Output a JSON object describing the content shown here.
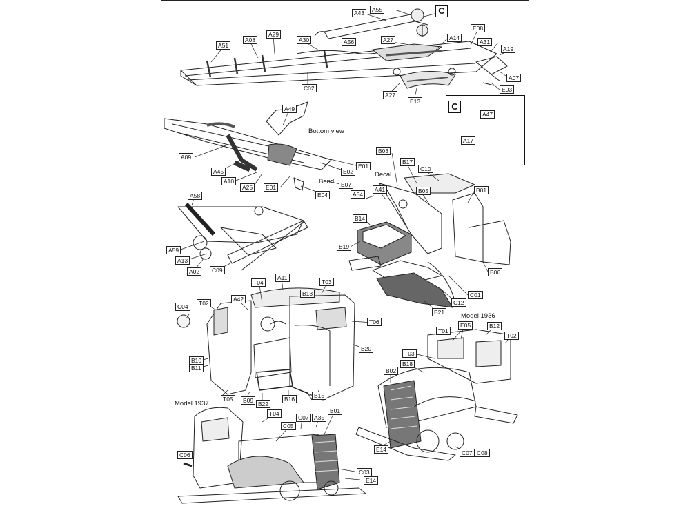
{
  "callouts": {
    "a43": "A43",
    "a55": "A55",
    "c_box_top": "C",
    "a51": "A51",
    "a08": "A08",
    "a29": "A29",
    "a30": "A30",
    "a56": "A56",
    "a27": "A27",
    "a14": "A14",
    "e08": "E08",
    "a31": "A31",
    "a19": "A19",
    "a07": "A07",
    "e03": "E03",
    "c02": "C02",
    "a27b": "A27",
    "e13": "E13",
    "c_box_inset": "C",
    "a47": "A47",
    "a17": "A17",
    "a49": "A49",
    "a09": "A09",
    "a45": "A45",
    "a10": "A10",
    "a25": "A25",
    "e01": "E01",
    "e02": "E02",
    "e07": "E07",
    "e01b": "E01",
    "e04": "E04",
    "b03": "B03",
    "b17": "B17",
    "c10": "C10",
    "a41": "A41",
    "b05": "B05",
    "b01": "B01",
    "a54": "A54",
    "b14": "B14",
    "b19": "B19",
    "b06": "B06",
    "c01": "C01",
    "c12": "C12",
    "b21": "B21",
    "a58": "A58",
    "a59": "A59",
    "a13": "A13",
    "a02": "A02",
    "c09": "C09",
    "t04": "T04",
    "a11": "A11",
    "b13": "B13",
    "t03": "T03",
    "a42": "A42",
    "c04": "C04",
    "t02": "T02",
    "t06": "T06",
    "b20": "B20",
    "b10": "B10",
    "b11": "B11",
    "t05": "T05",
    "b09": "B09",
    "b22": "B22",
    "b16": "B16",
    "b15": "B15",
    "t01": "T01",
    "e05": "E05",
    "b12": "B12",
    "t02b": "T02",
    "t03b": "T03",
    "b18": "B18",
    "b02": "B02",
    "e14": "E14",
    "c07": "C07",
    "c08": "C08",
    "t04b": "T04",
    "c07b": "C07",
    "a35": "A35",
    "b01b": "B01",
    "c05": "C05",
    "c06": "C06",
    "c03": "C03",
    "e14b": "E14"
  },
  "notes": {
    "bottom_view": "Bottom view",
    "bend": "Bend",
    "decal": "Decal",
    "model_1936": "Model 1936",
    "model_1937": "Model 1937"
  },
  "colors": {
    "line": "#222222",
    "dark_part": "#3a3a3a",
    "shade": "#9a9a9a",
    "paper": "#ffffff"
  }
}
